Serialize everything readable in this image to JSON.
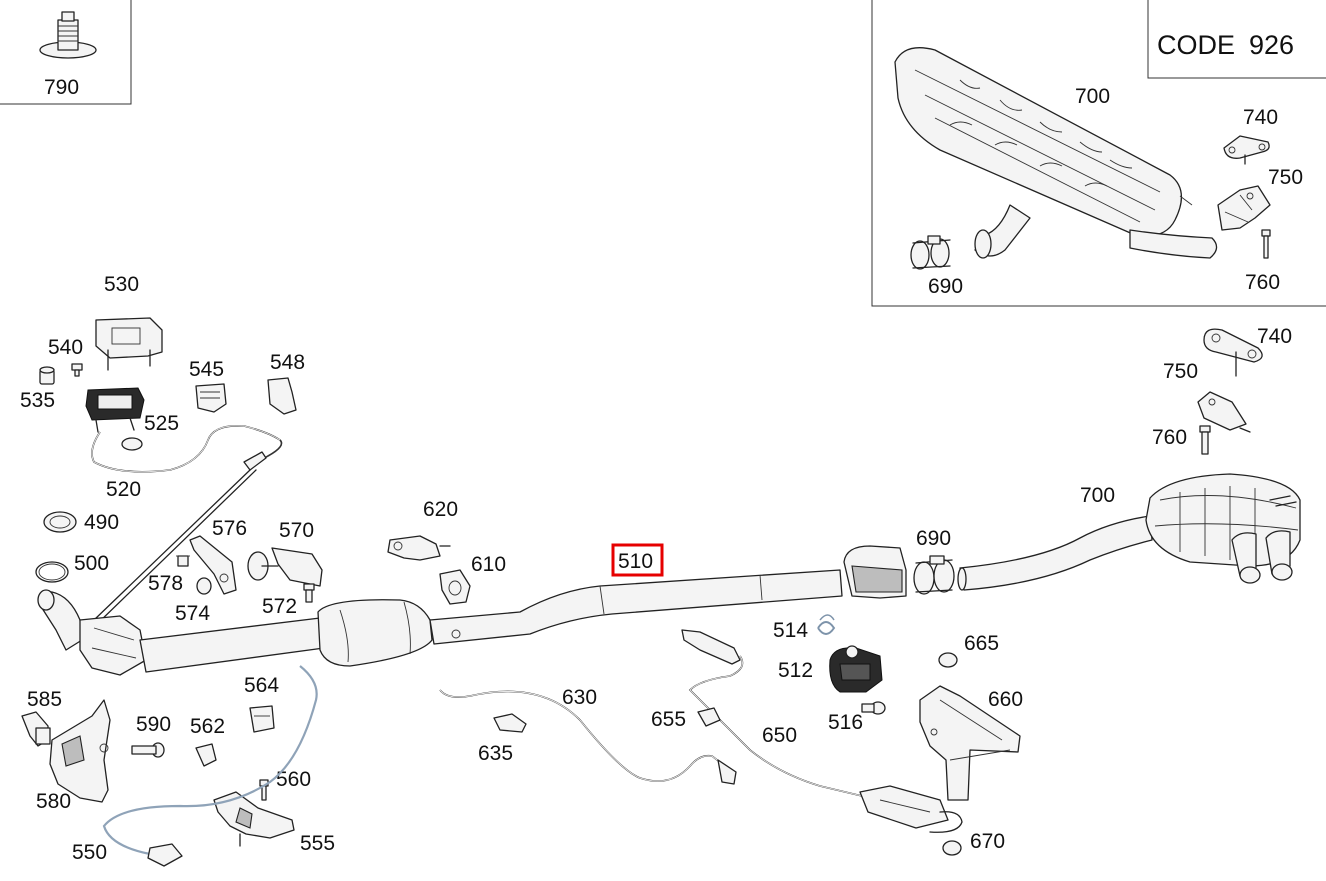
{
  "code_box": {
    "prefix": "CODE",
    "number": "926"
  },
  "highlighted_part": "510",
  "labels": {
    "p790": "790",
    "p700_inset": "700",
    "p740_inset": "740",
    "p750_inset": "750",
    "p760_inset": "760",
    "p690_inset": "690",
    "p530": "530",
    "p540": "540",
    "p535": "535",
    "p545": "545",
    "p548": "548",
    "p525": "525",
    "p520": "520",
    "p490": "490",
    "p500": "500",
    "p576": "576",
    "p570": "570",
    "p578": "578",
    "p574": "574",
    "p572": "572",
    "p620": "620",
    "p610": "610",
    "p510": "510",
    "p690": "690",
    "p700": "700",
    "p740": "740",
    "p750": "750",
    "p760": "760",
    "p514": "514",
    "p512": "512",
    "p516": "516",
    "p665": "665",
    "p660": "660",
    "p670": "670",
    "p630": "630",
    "p635": "635",
    "p655": "655",
    "p650": "650",
    "p585": "585",
    "p590": "590",
    "p562": "562",
    "p564": "564",
    "p580": "580",
    "p560": "560",
    "p555": "555",
    "p550": "550"
  }
}
